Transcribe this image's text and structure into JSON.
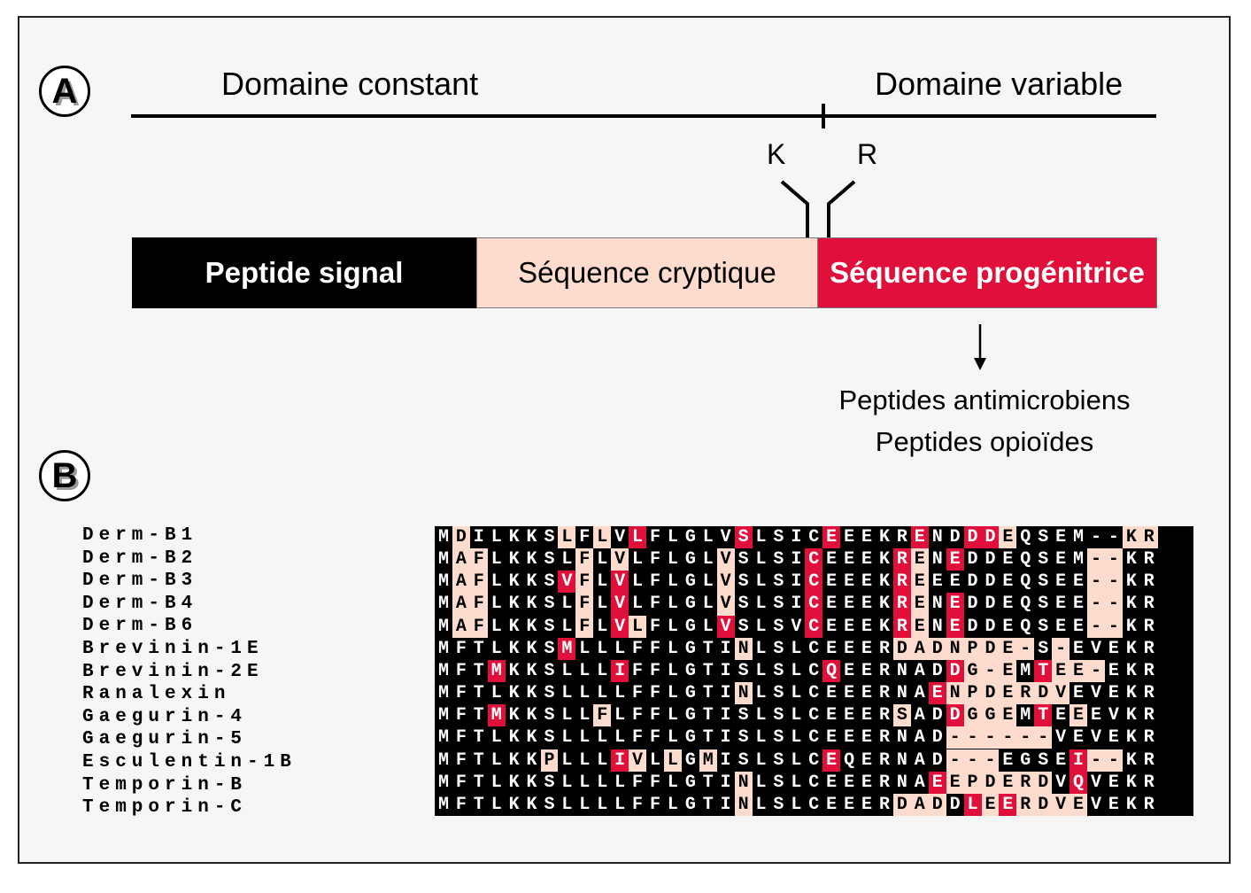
{
  "panel_a": {
    "label": "A",
    "constant_domain": "Domaine constant",
    "variable_domain": "Domaine variable",
    "cleavage_left": "K",
    "cleavage_right": "R",
    "segments": [
      {
        "label": "Peptide signal",
        "color": "#000000",
        "text_color": "#ffffff"
      },
      {
        "label": "Séquence cryptique",
        "color": "#fddccd",
        "text_color": "#000000"
      },
      {
        "label": "Séquence progénitrice",
        "color": "#e0103a",
        "text_color": "#ffffff"
      }
    ],
    "products": [
      "Peptides antimicrobiens",
      "Peptides opioïdes"
    ]
  },
  "panel_b": {
    "label": "B",
    "colors": {
      "b": "#000000",
      "p": "#fddccd",
      "r": "#e0103a"
    },
    "sequences": [
      {
        "name": "Derm-B1",
        "seq": "MDILKKSLFLVLFLGLVSLSICEEEKRENDDDEQSEM--KR",
        "shade": "bpbbbbbpbpbrbbbbbrbbbbrbbbbrbbrrpbbbbbbppbb"
      },
      {
        "name": "Derm-B2",
        "seq": "MAFLKKSLFLVLFLGLVSLSICEEEKRENEDDEQSEM--KR",
        "shade": "bppbbbbbpbpbbbbbpbbbbrbbbbrpbrbbbbbbbppbb"
      },
      {
        "name": "Derm-B3",
        "seq": "MAFLKKSVFLVLFLGLVSLSICEEEKREEEDDEQSEE--KR",
        "shade": "bppbbbbrpbrbbbbbpbbbbrbbbbrpbbbbbbbbbppbb"
      },
      {
        "name": "Derm-B4",
        "seq": "MAFLKKSLFLVLFLGLVSLSICEEEKRENEDDEQSEE--KR",
        "shade": "bppbbbbbpbrbbbbbpbbbbrbbbbrpbrbbbbbbbppbb"
      },
      {
        "name": "Derm-B6",
        "seq": "MAFLKKSLFLVLFLGLVSLSVCEEEKRENEDDEQSEE--KR",
        "shade": "bppbbbbbpbrpbbbbrbbbbrbbbbrpbrbbbbbbbppbb"
      },
      {
        "name": "Brevinin-1E",
        "seq": "MFTLKKSMLLLFFLGTINLSLCEEERDADNPDE-S-EVEKR",
        "shade": "bbbbbbbrbbbbbbbbbpbbbbbbbbppppppppbpbbbbb"
      },
      {
        "name": "Brevinin-2E",
        "seq": "MFTMKKSLLLIFFLGTISLSLCQEERNADDG-EMTEE-EKR",
        "shade": "bbbrbbbbbbrbbbbbbbbbbbrbbbbbbrpppbrpppbbb"
      },
      {
        "name": "Ranalexin",
        "seq": "MFTLKKSLLLLFFLGTINLSLCEEERNAENPDERDVEVEKR",
        "shade": "bbbbbbbbbbbbbbbbbpbbbbbbbbbbrpppppppbbbbb"
      },
      {
        "name": "Gaegurin-4",
        "seq": "MFTMKKSLLFLFFLGTISLSLCEEERSADDGGEMTEEEVKR",
        "shade": "bbbrbbbbbpbbbbbbbbbbbbbbbbpbbrpppbrbpbbbb"
      },
      {
        "name": "Gaegurin-5",
        "seq": "MFTLKKSLLLLFFLGTISLSLCEEERNAD------VEVEKR",
        "shade": "bbbbbbbbbbbbbbbbbbbbbbbbbbbbbppppppbbbbbb"
      },
      {
        "name": "Esculentin-1B",
        "seq": "MFTLKKPLLLIVLLGMISLSLCEQERNAD---EGSEI--KR",
        "shade": "bbbbbbpbbbrpbpbpbbbbbbrbbbbbbpppbbbbrppbb"
      },
      {
        "name": "Temporin-B",
        "seq": "MFTLKKSLLLLFFLGTINLSLCEEERNAEEPDERDVQVEKR",
        "shade": "bbbbbbbbbbbbbbbbbpbbbbbbbbbbrppppppbrbbbb"
      },
      {
        "name": "Temporin-C",
        "seq": "MFTLKKSLLLLFFLGTINLSLCEEERDADDLEERDVEVEKR",
        "shade": "bbbbbbbbbbbbbbbbbpbbbbbbbbpppbrprppppbbbb"
      }
    ]
  }
}
